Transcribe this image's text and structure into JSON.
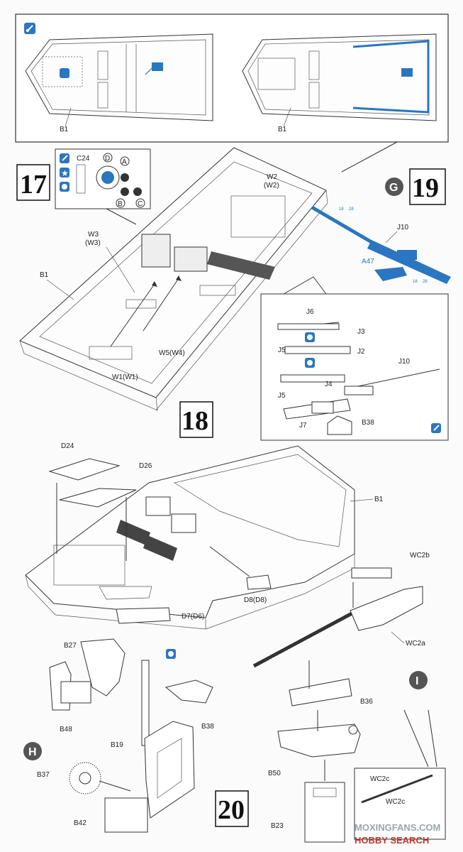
{
  "steps": {
    "s17": "17",
    "s18": "18",
    "s19": "19",
    "s20": "20"
  },
  "markers": {
    "g": "G",
    "h": "H",
    "i": "I"
  },
  "labels": {
    "b1_left": "B1",
    "b1_right": "B1",
    "c24": "C24",
    "circle_a": "A",
    "circle_b": "B",
    "circle_c": "C",
    "circle_d": "D",
    "w2": "W2",
    "w2b": "(W2)",
    "w3": "W3",
    "w3b": "(W3)",
    "b1_17": "B1",
    "w5": "W5(W4)",
    "w1": "W1(W1)",
    "j10_top": "J10",
    "a47": "A47",
    "j6": "J6",
    "j3": "J3",
    "j5a": "J5",
    "j2": "J2",
    "j10_inset": "J10",
    "j4": "J4",
    "j5b": "J5",
    "j7": "J7",
    "b38_inset": "B38",
    "d24": "D24",
    "d26": "D26",
    "b1_18": "B1",
    "wc2b": "WC2b",
    "wc2a": "WC2a",
    "d8": "D8(D8)",
    "d7": "D7(D6)",
    "b27": "B27",
    "b48": "B48",
    "b38": "B38",
    "b19": "B19",
    "b37": "B37",
    "b42": "B42",
    "b36": "B36",
    "b50": "B50",
    "b23": "B23",
    "wc2c_small": "WC2c",
    "wc2c": "WC2c",
    "ref1": "18",
    "ref2": "28",
    "ref3": "18",
    "ref4": "28"
  },
  "watermark": {
    "line1": "MOXINGFANS.COM",
    "line2": "HOBBY SEARCH"
  },
  "colors": {
    "accent": "#2a76c0",
    "ink": "#222222",
    "marker": "#555555"
  }
}
